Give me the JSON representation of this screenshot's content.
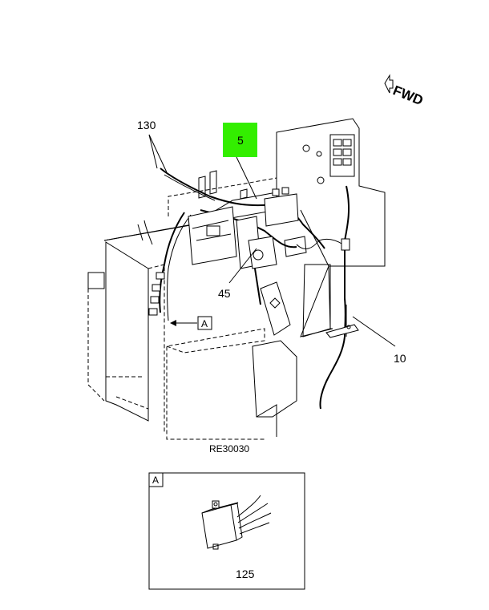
{
  "orientation_label": "FWD",
  "callouts": {
    "c130": "130",
    "c5": "5",
    "c45": "45",
    "c10": "10",
    "c125": "125"
  },
  "view_ref": "A",
  "detail_title": "A",
  "figure_id": "RE30030",
  "colors": {
    "highlight": "#33ee00",
    "line": "#000000",
    "background": "#ffffff"
  }
}
